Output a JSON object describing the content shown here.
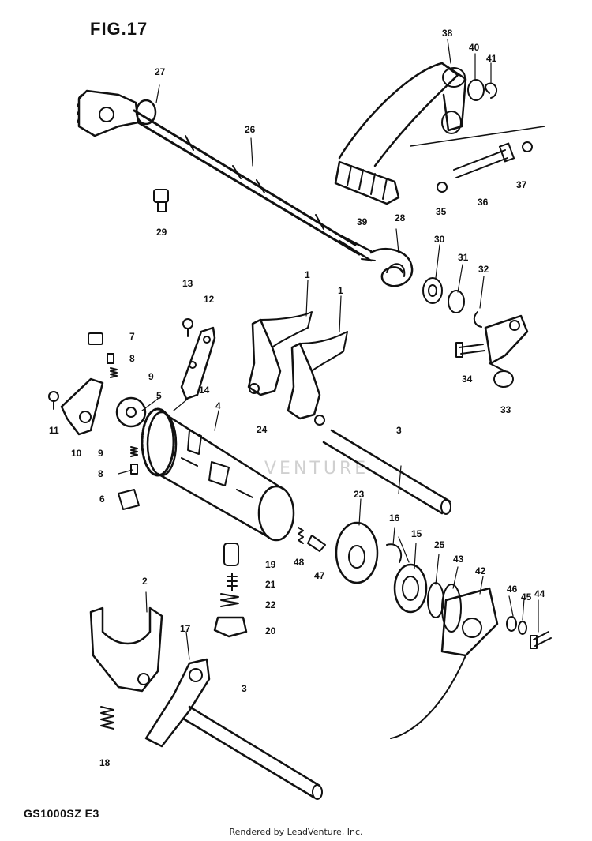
{
  "figure": {
    "title": "FIG.17",
    "model_code": "GS1000SZ E3",
    "footer": "Rendered by LeadVenture, Inc.",
    "watermark": "VENTURE"
  },
  "parts": [
    {
      "id": "p1a",
      "number": "1"
    },
    {
      "id": "p1b",
      "number": "1"
    },
    {
      "id": "p2",
      "number": "2"
    },
    {
      "id": "p3a",
      "number": "3"
    },
    {
      "id": "p3b",
      "number": "3"
    },
    {
      "id": "p4",
      "number": "4"
    },
    {
      "id": "p5",
      "number": "5"
    },
    {
      "id": "p6",
      "number": "6"
    },
    {
      "id": "p7",
      "number": "7"
    },
    {
      "id": "p8a",
      "number": "8"
    },
    {
      "id": "p8b",
      "number": "8"
    },
    {
      "id": "p9a",
      "number": "9"
    },
    {
      "id": "p9b",
      "number": "9"
    },
    {
      "id": "p10",
      "number": "10"
    },
    {
      "id": "p11",
      "number": "11"
    },
    {
      "id": "p12",
      "number": "12"
    },
    {
      "id": "p13",
      "number": "13"
    },
    {
      "id": "p14",
      "number": "14"
    },
    {
      "id": "p15",
      "number": "15"
    },
    {
      "id": "p16",
      "number": "16"
    },
    {
      "id": "p17",
      "number": "17"
    },
    {
      "id": "p18",
      "number": "18"
    },
    {
      "id": "p19",
      "number": "19"
    },
    {
      "id": "p20",
      "number": "20"
    },
    {
      "id": "p21",
      "number": "21"
    },
    {
      "id": "p22",
      "number": "22"
    },
    {
      "id": "p23",
      "number": "23"
    },
    {
      "id": "p24",
      "number": "24"
    },
    {
      "id": "p25",
      "number": "25"
    },
    {
      "id": "p26",
      "number": "26"
    },
    {
      "id": "p27",
      "number": "27"
    },
    {
      "id": "p28",
      "number": "28"
    },
    {
      "id": "p29",
      "number": "29"
    },
    {
      "id": "p30",
      "number": "30"
    },
    {
      "id": "p31",
      "number": "31"
    },
    {
      "id": "p32",
      "number": "32"
    },
    {
      "id": "p33",
      "number": "33"
    },
    {
      "id": "p34",
      "number": "34"
    },
    {
      "id": "p35",
      "number": "35"
    },
    {
      "id": "p36",
      "number": "36"
    },
    {
      "id": "p37",
      "number": "37"
    },
    {
      "id": "p38",
      "number": "38"
    },
    {
      "id": "p39",
      "number": "39"
    },
    {
      "id": "p40",
      "number": "40"
    },
    {
      "id": "p41",
      "number": "41"
    },
    {
      "id": "p42",
      "number": "42"
    },
    {
      "id": "p43",
      "number": "43"
    },
    {
      "id": "p44",
      "number": "44"
    },
    {
      "id": "p45",
      "number": "45"
    },
    {
      "id": "p46",
      "number": "46"
    },
    {
      "id": "p47",
      "number": "47"
    },
    {
      "id": "p48",
      "number": "48"
    }
  ]
}
